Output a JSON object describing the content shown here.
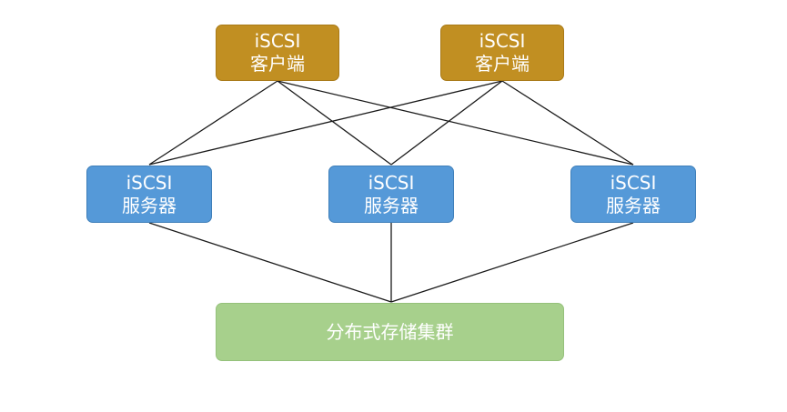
{
  "clients": [
    {
      "line1": "iSCSI",
      "line2": "客户端"
    },
    {
      "line1": "iSCSI",
      "line2": "客户端"
    }
  ],
  "servers": [
    {
      "line1": "iSCSI",
      "line2": "服务器"
    },
    {
      "line1": "iSCSI",
      "line2": "服务器"
    },
    {
      "line1": "iSCSI",
      "line2": "服务器"
    }
  ],
  "storage": {
    "label": "分布式存储集群"
  },
  "colors": {
    "client_fill": "#c18f22",
    "server_fill": "#5599d8",
    "storage_fill": "#a7d08c",
    "connector": "#1a1a1a",
    "text": "#ffffff"
  }
}
